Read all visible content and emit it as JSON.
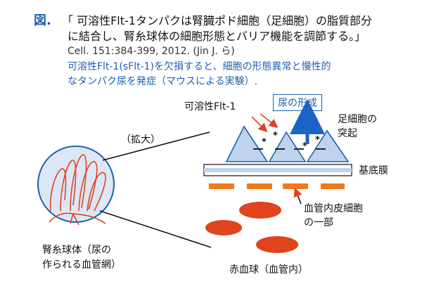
{
  "header": {
    "fig_label": "図.",
    "title_line1": "「 可溶性Flt-1タンパクは腎臓ポド細胞（足細胞）の脂質部分",
    "title_line2": "に結合し、腎糸球体の細胞形態とバリア機能を調節する。」",
    "citation": "Cell. 151:384-399, 2012. (Jin J. ら)",
    "summary_line1": "可溶性Flt-1(sFlt-1)を欠損すると、細胞の形態異常と慢性的",
    "summary_line2": "なタンパク尿を発症（マウスによる実験）."
  },
  "labels": {
    "sflt1": "可溶性Flt-1",
    "urine": "尿の形成",
    "foot_process_1": "足細胞の",
    "foot_process_2": "突起",
    "zoom": "（拡大）",
    "basement_membrane": "基底膜",
    "endothelium_1": "血管内皮細胞",
    "endothelium_2": "の一部",
    "glomerulus_1": "腎糸球体（尿の",
    "glomerulus_2": "作られる血管網）",
    "rbc": "赤血球（血管内）"
  },
  "colors": {
    "accent_blue": "#1f5fb0",
    "capillary_red": "#e0431e",
    "endothelium_orange": "#ef7a1a",
    "podocyte_fill": "#bfd3ee",
    "arrow_blue": "#1a64c8"
  }
}
